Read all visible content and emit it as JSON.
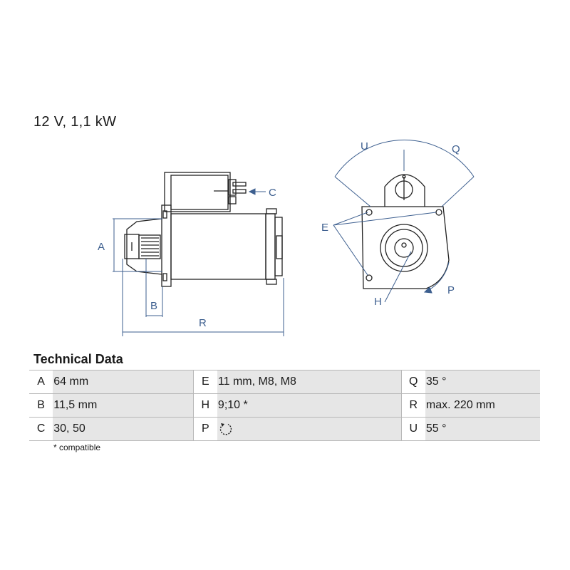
{
  "headline": "12 V, 1,1 kW",
  "drawing_labels": {
    "A": "A",
    "B": "B",
    "C": "C",
    "R": "R",
    "U": "U",
    "Q": "Q",
    "E": "E",
    "H": "H",
    "P": "P"
  },
  "technical_data": {
    "title": "Technical Data",
    "rows": [
      [
        {
          "key": "A",
          "value": "64 mm"
        },
        {
          "key": "E",
          "value": "11 mm, M8, M8"
        },
        {
          "key": "Q",
          "value": "35 °"
        }
      ],
      [
        {
          "key": "B",
          "value": "11,5 mm"
        },
        {
          "key": "H",
          "value": "9;10 *"
        },
        {
          "key": "R",
          "value": "max. 220 mm"
        }
      ],
      [
        {
          "key": "C",
          "value": "30, 50"
        },
        {
          "key": "P",
          "value": "",
          "icon": "rotation-counterclockwise-icon"
        },
        {
          "key": "U",
          "value": "55 °"
        }
      ]
    ],
    "footnote": "* compatible"
  },
  "colors": {
    "dimension": "#3d5f8f",
    "line": "#222222",
    "cell_bg": "#e6e6e6"
  }
}
